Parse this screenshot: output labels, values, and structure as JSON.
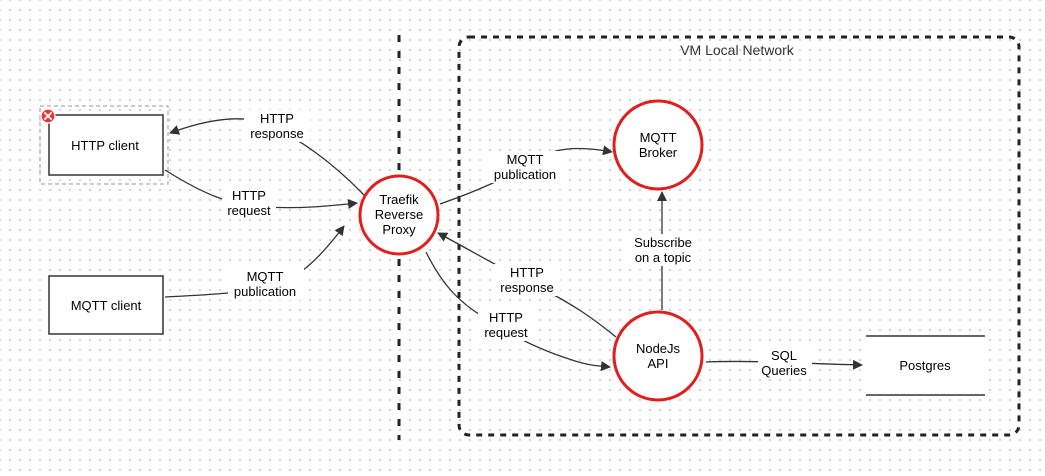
{
  "colors": {
    "node_stroke": "#e11d1d",
    "edge": "#333333",
    "box": "#333333",
    "error_badge": "#e8383d"
  },
  "boundary": {
    "title": "VM Local Network"
  },
  "nodes": {
    "http_client": "HTTP client",
    "mqtt_client": "MQTT client",
    "traefik": [
      "Traefik",
      "Reverse",
      "Proxy"
    ],
    "mqtt_broker": [
      "MQTT",
      "Broker"
    ],
    "nodejs_api": [
      "NodeJs",
      "API"
    ],
    "postgres": "Postgres"
  },
  "edges": {
    "http_response_out": [
      "HTTP",
      "response"
    ],
    "http_request_in": [
      "HTTP",
      "request"
    ],
    "mqtt_publication_in": [
      "MQTT",
      "publication"
    ],
    "mqtt_publication_broker": [
      "MQTT",
      "publication"
    ],
    "subscribe": [
      "Subscribe",
      "on a topic"
    ],
    "http_response_api": [
      "HTTP",
      "response"
    ],
    "http_request_api": [
      "HTTP",
      "request"
    ],
    "sql_queries": [
      "SQL",
      "Queries"
    ]
  },
  "icons": {
    "error_badge": "close-icon"
  }
}
